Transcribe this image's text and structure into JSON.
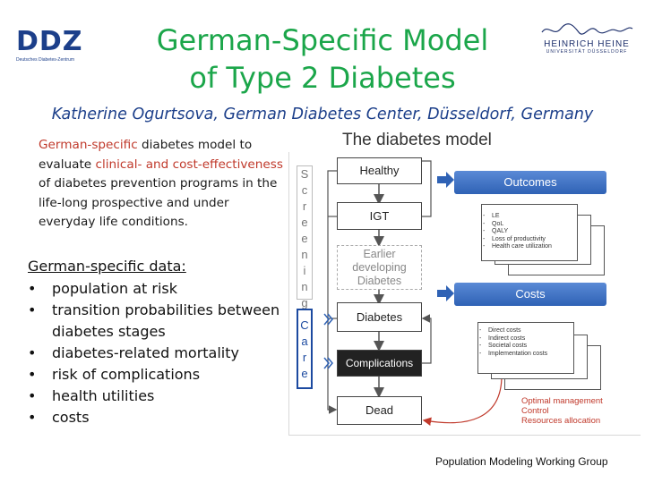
{
  "logos": {
    "ddz_letters": "DDZ",
    "ddz_sub": "Deutsches Diabetes-Zentrum",
    "hhu_main": "HEINRICH HEINE",
    "hhu_sub": "UNIVERSITÄT DÜSSELDORF"
  },
  "title": {
    "line1": "German-Specific Model",
    "line2": "of Type 2 Diabetes"
  },
  "author": "Katherine Ogurtsova, German Diabetes Center, Düsseldorf, Germany",
  "intro": {
    "part1": "German-specific",
    "part2": " diabetes model to evaluate ",
    "part3": "clinical- and cost-effectiveness",
    "part4": " of diabetes prevention programs in the life-long prospective and under everyday life conditions."
  },
  "data_section": {
    "heading": "German-specific data:",
    "items": [
      "population at risk",
      "transition probabilities between diabetes stages",
      "diabetes-related mortality",
      "risk of complications",
      "health utilities",
      "costs"
    ]
  },
  "diagram": {
    "title": "The diabetes model",
    "states": {
      "healthy": "Healthy",
      "igt": "IGT",
      "earlier": "Earlier developing Diabetes",
      "diabetes": "Diabetes",
      "complications": "Complications",
      "dead": "Dead"
    },
    "screening_letters": [
      "S",
      "c",
      "r",
      "e",
      "e",
      "n",
      "i",
      "n",
      "g"
    ],
    "care_letters": [
      "C",
      "a",
      "r",
      "e"
    ],
    "outcomes_label": "Outcomes",
    "outcome_items": [
      "LE",
      "QoL",
      "QALY",
      "Loss of productivity",
      "Health care utilization"
    ],
    "costs_label": "Costs",
    "cost_items": [
      "Direct costs",
      "Indirect costs",
      "Societal costs",
      "Implementation costs"
    ],
    "cost_notes": [
      "Optimal management",
      "Control",
      "Resources allocation"
    ],
    "colors": {
      "banner": "#3f6fc0",
      "arrow": "#2f62b5",
      "red_note": "#c0392b"
    }
  },
  "footer": "Population Modeling Working Group"
}
